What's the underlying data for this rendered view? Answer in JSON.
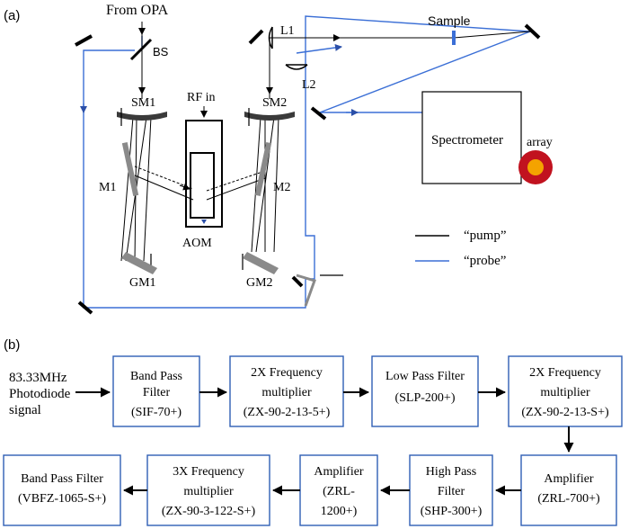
{
  "panel_a": {
    "label": "(a)",
    "from_opa": "From OPA",
    "bs": "BS",
    "l1": "L1",
    "l2": "L2",
    "sample": "Sample",
    "sm1": "SM1",
    "sm2": "SM2",
    "rf_in": "RF in",
    "m1": "M1",
    "m2": "M2",
    "aom": "AOM",
    "gm1": "GM1",
    "gm2": "GM2",
    "spectrometer": "Spectrometer",
    "array": "array",
    "legend_pump": "“pump”",
    "legend_probe": "“probe”",
    "colors": {
      "pump": "#000000",
      "probe": "#3b6fd6",
      "array_outer": "#c1121f",
      "array_inner": "#f4a300",
      "mirror_grey": "#8a8a8a"
    }
  },
  "panel_b": {
    "label": "(b)",
    "input_line1": "83.33MHz",
    "input_line2": "Photodiode",
    "input_line3": "signal",
    "blocks": [
      {
        "l1": "Band Pass",
        "l2": "Filter",
        "l3": "(SIF-70+)"
      },
      {
        "l1": "2X Frequency",
        "l2": "multiplier",
        "l3": "(ZX-90-2-13-5+)"
      },
      {
        "l1": "Low Pass Filter",
        "l2": "(SLP-200+)",
        "l3": ""
      },
      {
        "l1": "2X Frequency",
        "l2": "multiplier",
        "l3": "(ZX-90-2-13-S+)"
      },
      {
        "l1": "Amplifier",
        "l2": "(ZRL-700+)",
        "l3": ""
      },
      {
        "l1": "High Pass",
        "l2": "Filter",
        "l3": "(SHP-300+)"
      },
      {
        "l1": "Amplifier",
        "l2": "(ZRL-",
        "l3": "1200+)"
      },
      {
        "l1": "3X Frequency",
        "l2": "multiplier",
        "l3": "(ZX-90-3-122-S+)"
      },
      {
        "l1": "Band Pass Filter",
        "l2": "(VBFZ-1065-S+)",
        "l3": ""
      }
    ],
    "box_border": "#2f5fb5"
  }
}
